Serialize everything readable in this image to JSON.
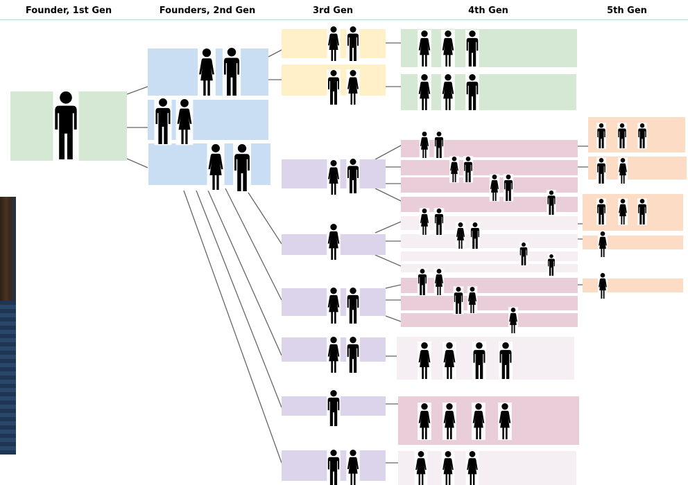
{
  "generations": [
    {
      "label": "Founder, 1st Gen",
      "color": "#d5e8d4"
    },
    {
      "label": "Founders, 2nd Gen",
      "color": "#c9def3"
    },
    {
      "label": "3rd Gen",
      "color": "#fff0c8"
    },
    {
      "label": "4th Gen",
      "color": "#d5e8d4"
    },
    {
      "label": "5th Gen",
      "color": "#fddcc6"
    }
  ],
  "colors": {
    "founder": "#d5e8d4",
    "gen2": "#c9def3",
    "gen3_yellow": "#fff0c8",
    "gen3_purple": "#dcd4ea",
    "gen4_green": "#d5e8d4",
    "gen4_pink": "#e9cdd9",
    "gen4_light": "#f5eef2",
    "gen5": "#fddcc6",
    "connector": "#666666",
    "person": "#000000",
    "header_rule": "#b9dcc0"
  },
  "icons": [
    "male-person-icon",
    "female-person-icon"
  ],
  "photo": {
    "description_icon": "photo-portrait-icon"
  }
}
